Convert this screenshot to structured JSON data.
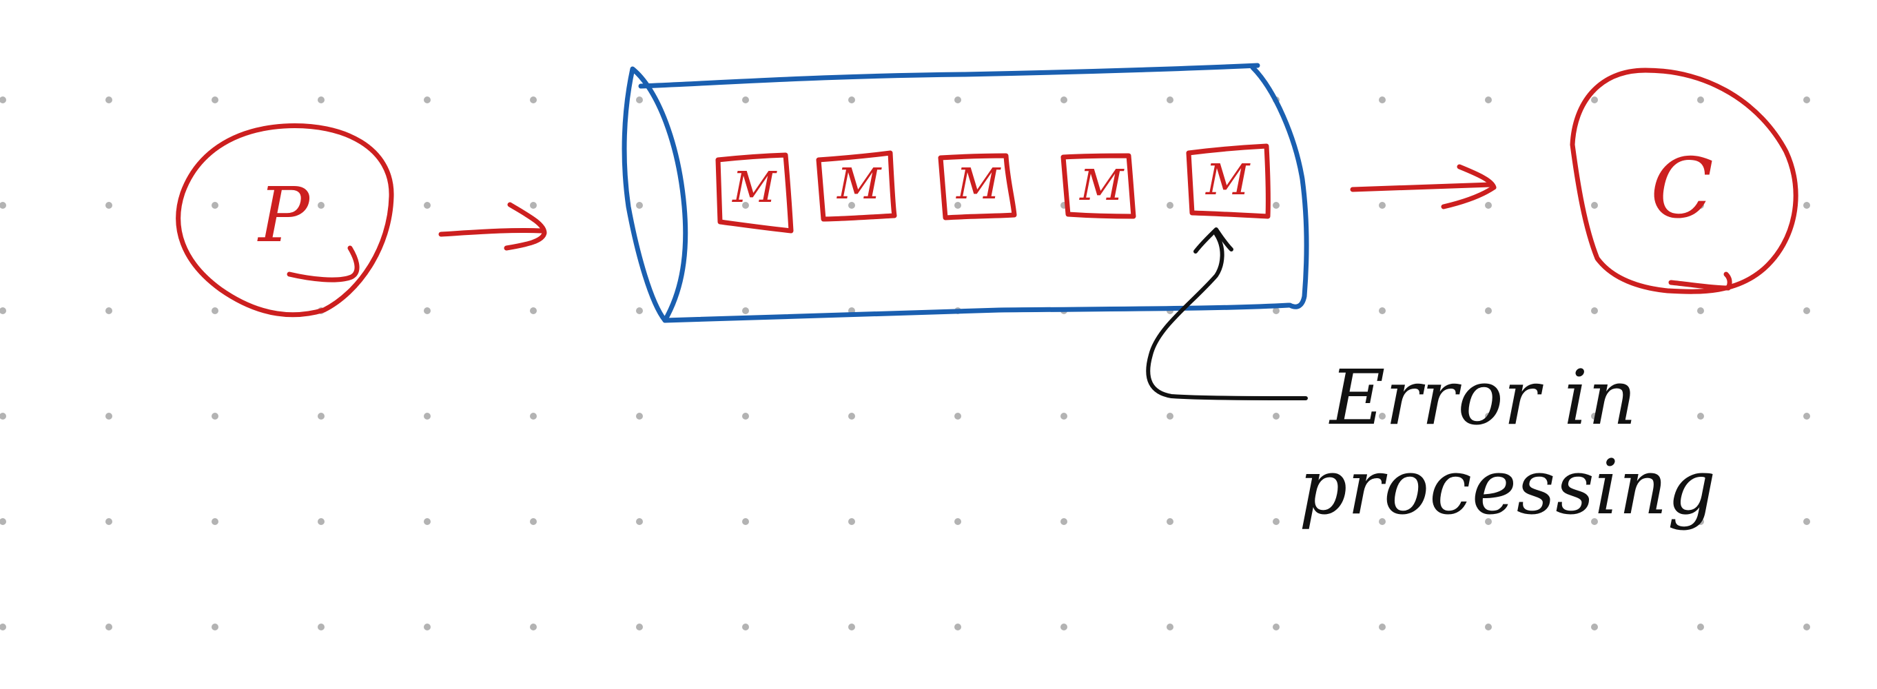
{
  "colors": {
    "producer_consumer": "#cc1f1f",
    "queue": "#1a5fb0",
    "annotation": "#111111",
    "grid_dots": "#b3b3b3"
  },
  "producer": {
    "label": "P"
  },
  "consumer": {
    "label": "C"
  },
  "queue": {
    "messages": [
      {
        "label": "M"
      },
      {
        "label": "M"
      },
      {
        "label": "M"
      },
      {
        "label": "M"
      },
      {
        "label": "M"
      }
    ]
  },
  "annotation": {
    "line1": "Error in",
    "line2": "processing"
  }
}
